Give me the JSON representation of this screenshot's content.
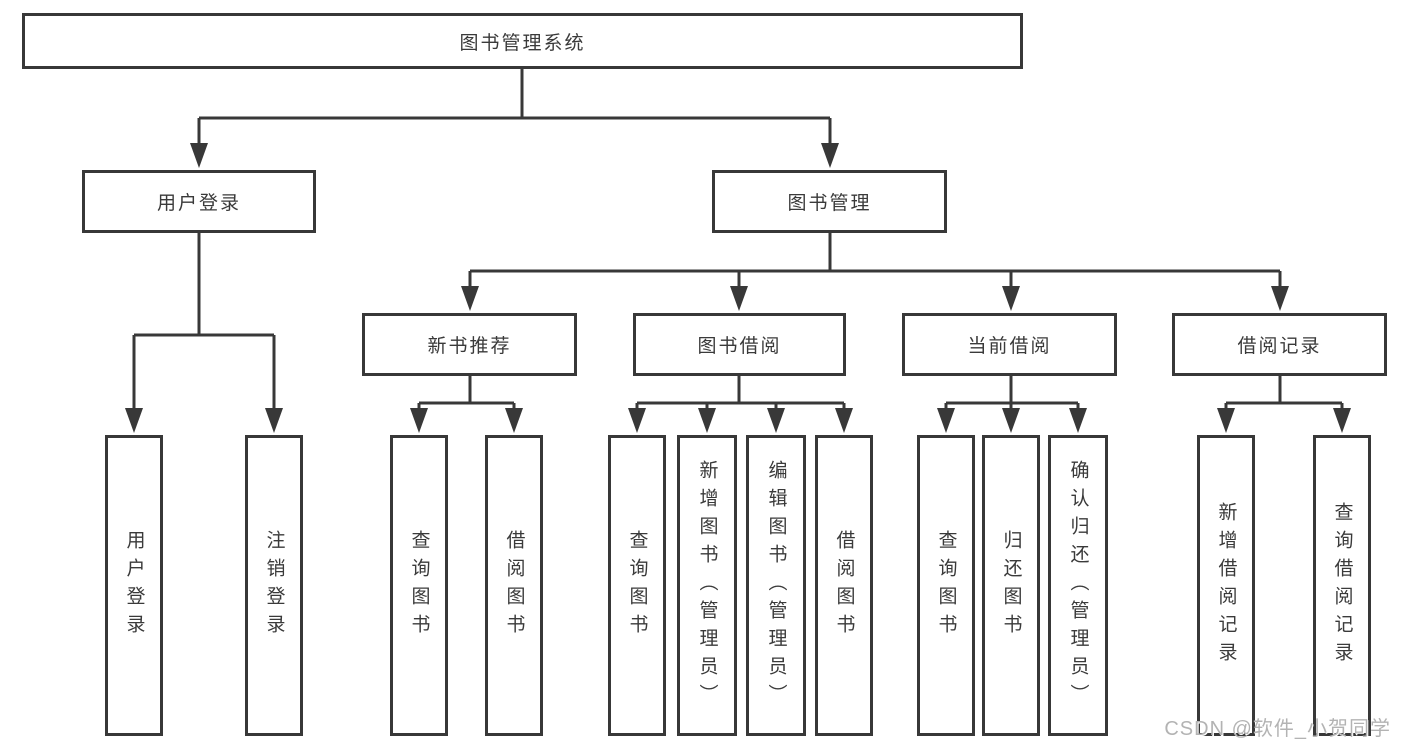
{
  "diagram": {
    "root": {
      "label": "图书管理系统"
    },
    "level2": [
      {
        "label": "用户登录"
      },
      {
        "label": "图书管理"
      }
    ],
    "level3": [
      {
        "label": "新书推荐",
        "parent": "图书管理"
      },
      {
        "label": "图书借阅",
        "parent": "图书管理"
      },
      {
        "label": "当前借阅",
        "parent": "图书管理"
      },
      {
        "label": "借阅记录",
        "parent": "图书管理"
      }
    ],
    "leaves": [
      {
        "label": "用户登录",
        "parent": "用户登录"
      },
      {
        "label": "注销登录",
        "parent": "用户登录"
      },
      {
        "label": "查询图书",
        "parent": "新书推荐"
      },
      {
        "label": "借阅图书",
        "parent": "新书推荐"
      },
      {
        "label": "查询图书",
        "parent": "图书借阅"
      },
      {
        "label": "新增图书（管理员）",
        "parent": "图书借阅"
      },
      {
        "label": "编辑图书（管理员）",
        "parent": "图书借阅"
      },
      {
        "label": "借阅图书",
        "parent": "图书借阅"
      },
      {
        "label": "查询图书",
        "parent": "当前借阅"
      },
      {
        "label": "归还图书",
        "parent": "当前借阅"
      },
      {
        "label": "确认归还（管理员）",
        "parent": "当前借阅"
      },
      {
        "label": "新增借阅记录",
        "parent": "借阅记录"
      },
      {
        "label": "查询借阅记录",
        "parent": "借阅记录"
      }
    ]
  },
  "watermark": "CSDN @软件_小贺同学",
  "colors": {
    "line": "#383838",
    "box_border": "#383838",
    "box_background": "#ffffff",
    "text": "#3a3a3a",
    "watermark": "#b3b3b3",
    "background": "#ffffff"
  }
}
